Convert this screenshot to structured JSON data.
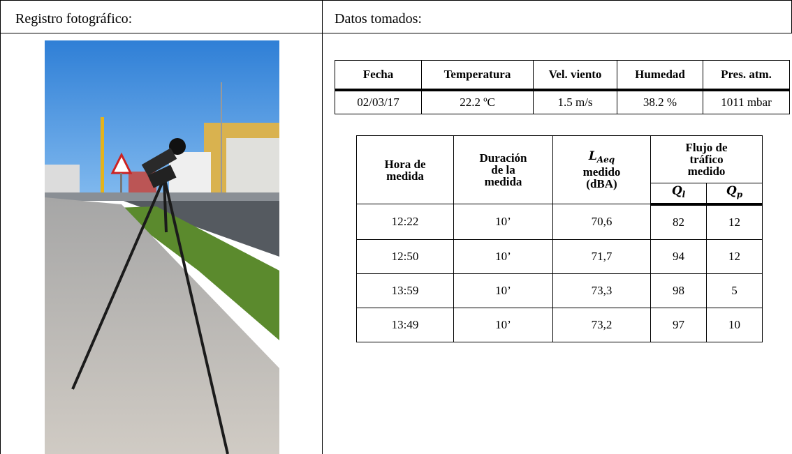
{
  "left_header": "Registro fotográfico:",
  "right_header": "Datos tomados:",
  "conditions": {
    "headers": [
      "Fecha",
      "Temperatura",
      "Vel. viento",
      "Humedad",
      "Pres. atm."
    ],
    "values": [
      "02/03/17",
      "22.2 ºC",
      "1.5 m/s",
      "38.2 %",
      "1011 mbar"
    ]
  },
  "measurements": {
    "headers": {
      "hora": "Hora de medida",
      "duracion": "Duración de la medida",
      "laeq_symbol": "L",
      "laeq_sub": "Aeq",
      "laeq_text": "medido (dBA)",
      "flujo": "Flujo de tráfico medido",
      "ql_symbol": "Q",
      "ql_sub": "l",
      "qp_symbol": "Q",
      "qp_sub": "p"
    },
    "rows": [
      {
        "hora": "12:22",
        "duracion": "10’",
        "laeq": "70,6",
        "ql": "82",
        "qp": "12"
      },
      {
        "hora": "12:50",
        "duracion": "10’",
        "laeq": "71,7",
        "ql": "94",
        "qp": "12"
      },
      {
        "hora": "13:59",
        "duracion": "10’",
        "laeq": "73,3",
        "ql": "98",
        "qp": "5"
      },
      {
        "hora": "13:49",
        "duracion": "10’",
        "laeq": "73,2",
        "ql": "97",
        "qp": "10"
      }
    ]
  }
}
